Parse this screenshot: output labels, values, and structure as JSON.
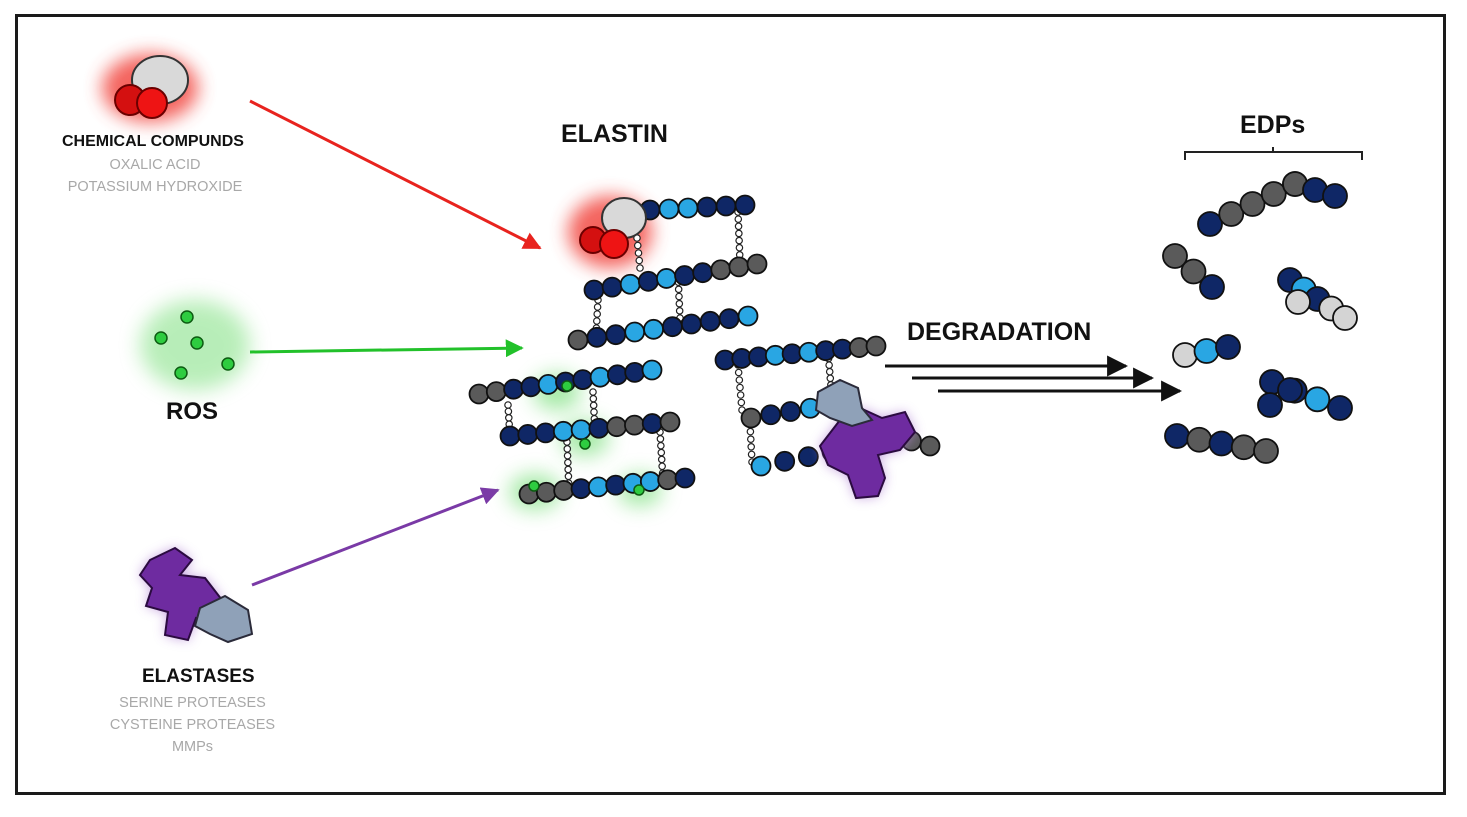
{
  "agents": {
    "chemical": {
      "title": "CHEMICAL COMPUNDS",
      "items": [
        "OXALIC ACID",
        "POTASSIUM HYDROXIDE"
      ]
    },
    "ros": {
      "title": "ROS"
    },
    "elastases": {
      "title": "ELASTASES",
      "items": [
        "SERINE PROTEASES",
        "CYSTEINE PROTEASES",
        "MMPs"
      ]
    }
  },
  "center": {
    "title": "ELASTIN"
  },
  "process": {
    "label": "DEGRADATION"
  },
  "products": {
    "title": "EDPs"
  },
  "colors": {
    "chemical_arrow": "#e8231e",
    "ros_arrow": "#22c12a",
    "elastase_arrow": "#7a3aa6",
    "navy_bead": "#0f2766",
    "light_blue_bead": "#29a6e3",
    "gray_bead": "#5a5a5a",
    "pale_bead": "#d4d4d4",
    "enzyme_purple": "#6e2ba0",
    "enzyme_gray_blue": "#8fa1b8"
  }
}
